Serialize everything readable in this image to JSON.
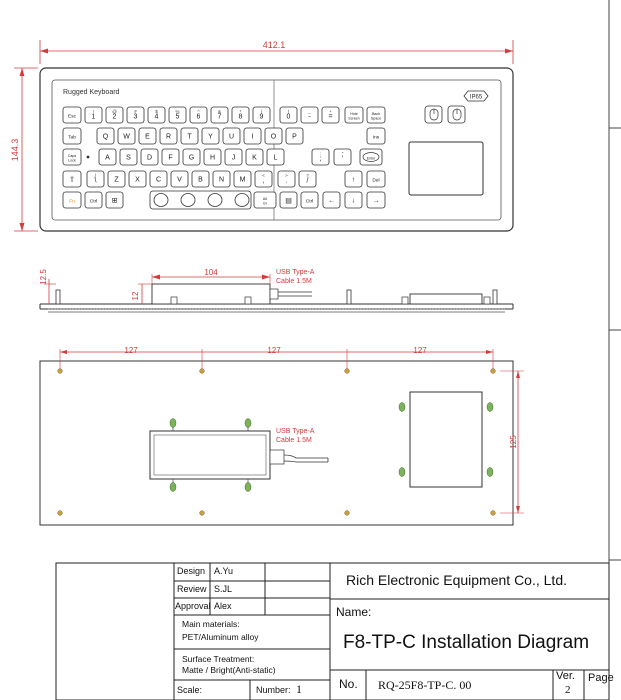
{
  "top_view": {
    "width_dim": "412.1",
    "height_dim": "144.3",
    "keyboard_label": "Rugged Keyboard",
    "ip_badge": "IP65",
    "rows": [
      [
        [
          "Esc",
          ""
        ],
        [
          "1",
          "!"
        ],
        [
          "2",
          "@"
        ],
        [
          "3",
          "#"
        ],
        [
          "4",
          "$"
        ],
        [
          "5",
          "%"
        ],
        [
          "6",
          "^"
        ],
        [
          "7",
          "&"
        ],
        [
          "8",
          "*"
        ],
        [
          "9",
          "("
        ],
        [
          "0",
          ")"
        ],
        [
          "-",
          "_"
        ],
        [
          "=",
          "+"
        ],
        [
          "Hide Screen",
          ""
        ],
        [
          "Back Space",
          ""
        ]
      ],
      [
        [
          "Tab",
          ""
        ],
        [
          "Q",
          ""
        ],
        [
          "W",
          ""
        ],
        [
          "E",
          ""
        ],
        [
          "R",
          ""
        ],
        [
          "T",
          ""
        ],
        [
          "Y",
          ""
        ],
        [
          "U",
          ""
        ],
        [
          "I",
          ""
        ],
        [
          "O",
          ""
        ],
        [
          "P",
          ""
        ],
        [
          "Ins",
          ""
        ]
      ],
      [
        [
          "Caps Lock",
          ""
        ],
        [
          "A",
          ""
        ],
        [
          "S",
          ""
        ],
        [
          "D",
          ""
        ],
        [
          "F",
          ""
        ],
        [
          "G",
          ""
        ],
        [
          "H",
          ""
        ],
        [
          "J",
          ""
        ],
        [
          "K",
          ""
        ],
        [
          "L",
          ""
        ],
        [
          ";",
          ":"
        ],
        [
          "'",
          "\""
        ],
        [
          "Enter",
          ""
        ]
      ],
      [
        [
          "Shift",
          ""
        ],
        [
          "\\",
          "|"
        ],
        [
          "Z",
          ""
        ],
        [
          "X",
          ""
        ],
        [
          "C",
          ""
        ],
        [
          "V",
          ""
        ],
        [
          "B",
          ""
        ],
        [
          "N",
          ""
        ],
        [
          "M",
          ""
        ],
        [
          ",",
          "<"
        ],
        [
          ".",
          ">"
        ],
        [
          "/",
          "?"
        ],
        [
          "Up",
          ""
        ],
        [
          "Del",
          ""
        ]
      ],
      [
        [
          "Fn",
          ""
        ],
        [
          "Ctrl",
          ""
        ],
        [
          "Win",
          ""
        ],
        [
          "Alt Gr",
          ""
        ],
        [
          "Menu",
          ""
        ],
        [
          "Ctrl",
          ""
        ],
        [
          "Left",
          ""
        ],
        [
          "Down",
          ""
        ],
        [
          "Right",
          ""
        ]
      ]
    ]
  },
  "side_view": {
    "height_dim": "12.5",
    "depth_dim": "12",
    "width_dim": "104",
    "cable_note": [
      "USB Type-A",
      "Cable 1.5M"
    ]
  },
  "bottom_view": {
    "spacing_dims": [
      "127",
      "127",
      "127"
    ],
    "height_dim": "125",
    "cable_note": [
      "USB Type-A",
      "Cable 1.5M"
    ]
  },
  "title_block": {
    "design_label": "Design",
    "design_value": "A.Yu",
    "review_label": "Review",
    "review_value": "S.JL",
    "approval_label": "Approval",
    "approval_value": "Alex",
    "materials_label": "Main materials:",
    "materials_value": "PET/Aluminum alloy",
    "surface_label": "Surface Treatment:",
    "surface_value": "Matte / Bright(Anti-static)",
    "scale_label": "Scale:",
    "number_label": "Number:",
    "number_value": "1",
    "company": "Rich Electronic Equipment Co., Ltd.",
    "name_label": "Name:",
    "drawing_title": "F8-TP-C Installation Diagram",
    "no_label": "No.",
    "no_value": "RQ-25F8-TP-C. 00",
    "ver_label": "Ver.",
    "ver_value": "2",
    "page_label": "Page"
  },
  "colors": {
    "dimension": "#d23c3c",
    "outline": "#333333",
    "screw": "#c8a040",
    "standoff": "#6a9e52"
  }
}
